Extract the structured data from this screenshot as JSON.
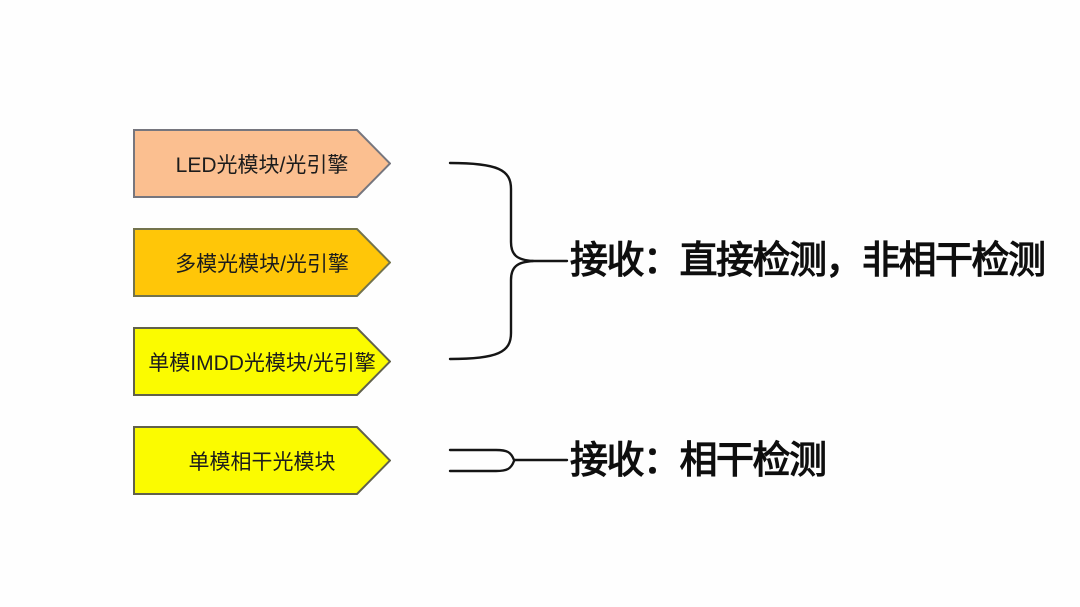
{
  "diagram": {
    "background": "#fefefe",
    "text_color": "#1c1c1c",
    "connector_color": "#151515",
    "boxes": [
      {
        "label": "LED光模块/光引擎",
        "fill": "#FBBF90",
        "border": "#76767E"
      },
      {
        "label": "多模光模块/光引擎",
        "fill": "#FFC608",
        "border": "#73734D"
      },
      {
        "label": "单模IMDD光模块/光引擎",
        "fill": "#FBFB00",
        "border": "#61614B"
      },
      {
        "label": "单模相干光模块",
        "fill": "#FBFB00",
        "border": "#61614B"
      }
    ],
    "groups": [
      {
        "label": "接收：直接检测，非相干检测",
        "box_indices": [
          0,
          1,
          2
        ]
      },
      {
        "label": "接收：相干检测",
        "box_indices": [
          3
        ]
      }
    ]
  }
}
